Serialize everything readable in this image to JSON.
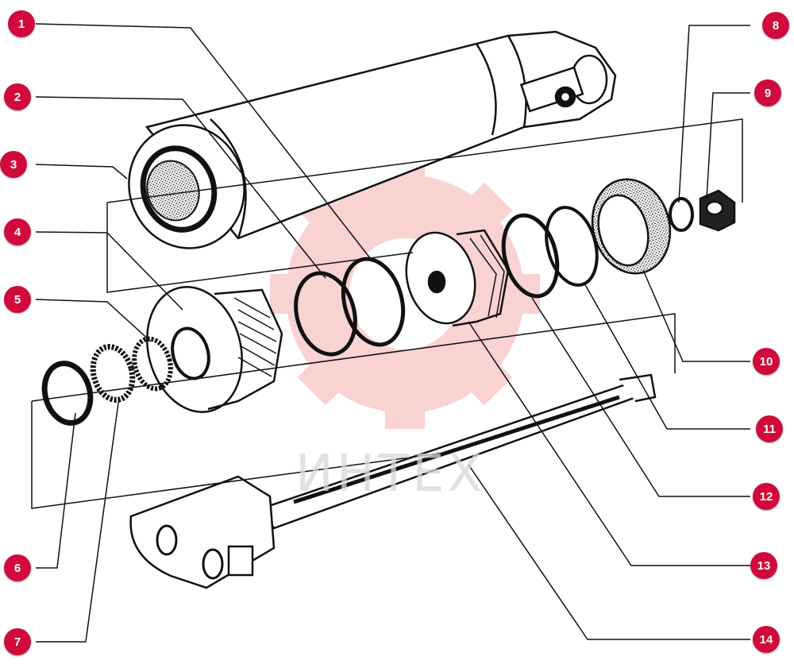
{
  "watermark": {
    "text": "ИНТЕХ",
    "color": "#e53935"
  },
  "accent_color": "#d10a3c",
  "callouts": [
    "1",
    "2",
    "3",
    "4",
    "5",
    "6",
    "7",
    "8",
    "9",
    "10",
    "11",
    "12",
    "13",
    "14"
  ]
}
